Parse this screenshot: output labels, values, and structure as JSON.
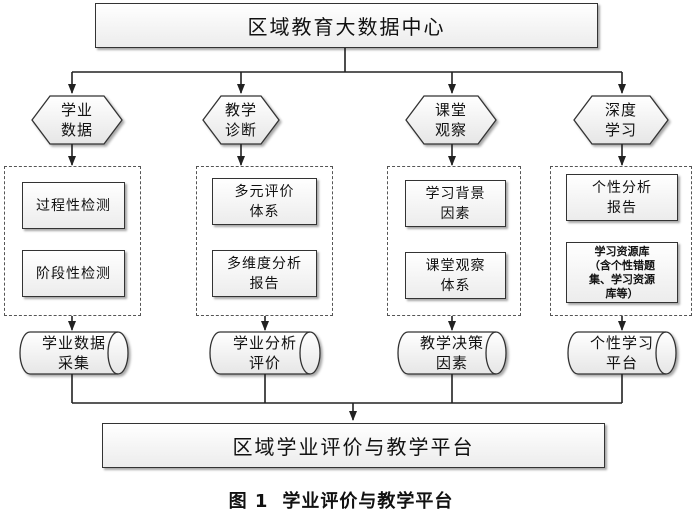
{
  "top": {
    "title": "区域教育大数据中心"
  },
  "bottom": {
    "title": "区域学业评价与教学平台"
  },
  "figure": {
    "label": "图 1",
    "caption": "学业评价与教学平台"
  },
  "columns": [
    {
      "header": "学业\n数据",
      "boxes": [
        "过程性检测",
        "阶段性检测"
      ],
      "output": "学业数据\n采集"
    },
    {
      "header": "教学\n诊断",
      "boxes": [
        "多元评价\n体系",
        "多维度分析\n报告"
      ],
      "output": "学业分析\n评价"
    },
    {
      "header": "课堂\n观察",
      "boxes": [
        "学习背景\n因素",
        "课堂观察\n体系"
      ],
      "output": "教学决策\n因素"
    },
    {
      "header": "深度\n学习",
      "boxes": [
        "个性分析\n报告",
        "学习资源库\n（含个性错题\n集、学习资源\n库等）"
      ],
      "output": "个性学习\n平台"
    }
  ]
}
